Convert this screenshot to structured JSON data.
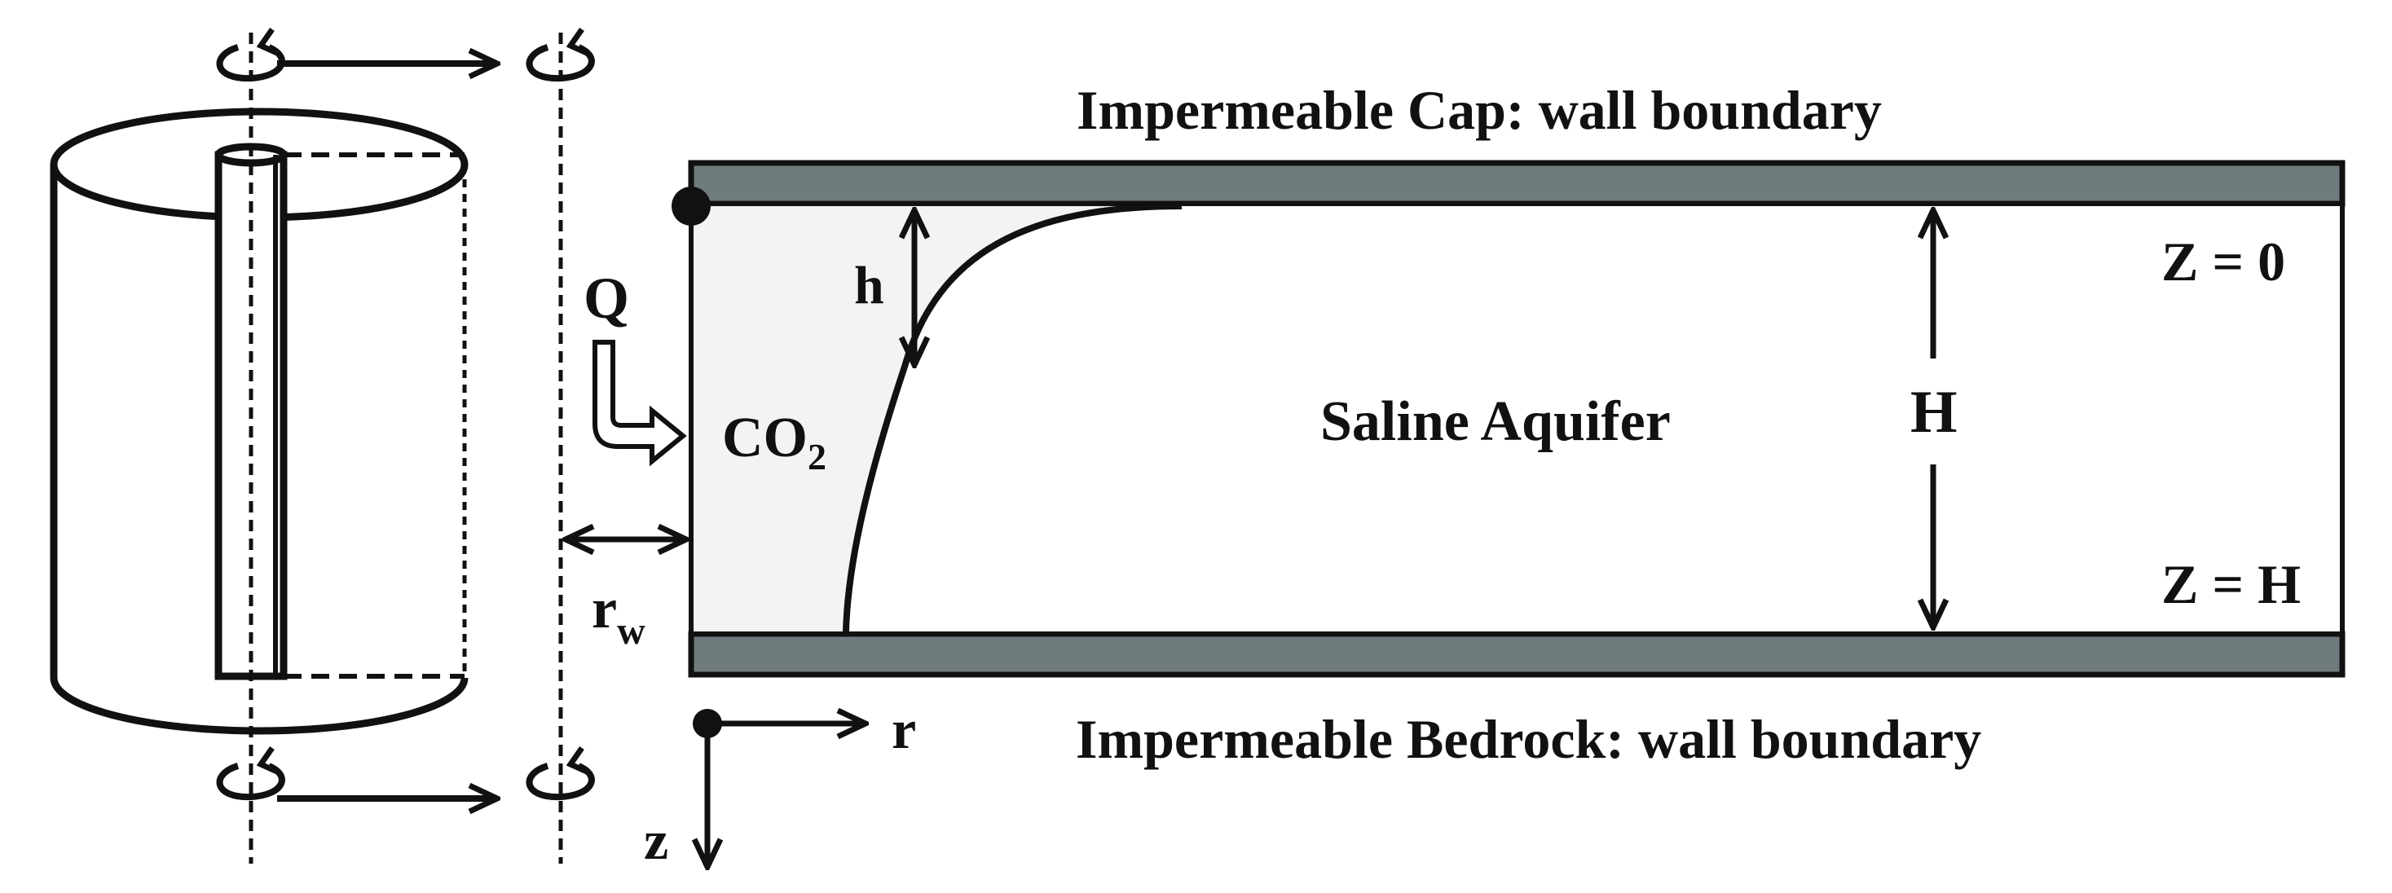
{
  "labels": {
    "cap": "Impermeable Cap: wall boundary",
    "bedrock": "Impermeable Bedrock: wall boundary",
    "aquifer": "Saline Aquifer",
    "z_top": "Z = 0",
    "z_bottom": "Z = H",
    "thickness": "H",
    "plume_height": "h",
    "flow_rate": "Q",
    "co2_main": "CO",
    "co2_sub": "2",
    "well_radius_main": "r",
    "well_radius_sub": "w",
    "axis_r": "r",
    "axis_z": "z"
  },
  "colors": {
    "ink": "#111111",
    "wall": "#6f7b7c",
    "plume": "#f2f3f3"
  }
}
